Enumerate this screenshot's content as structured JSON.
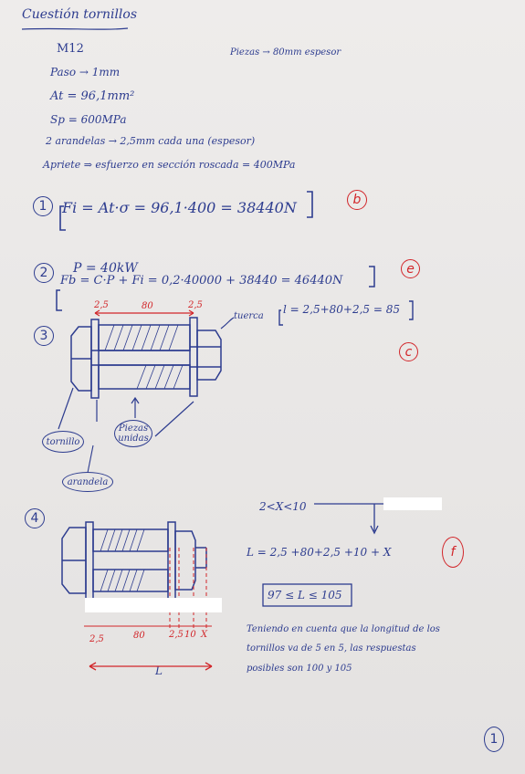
{
  "title": "Cuestión tornillos",
  "data": {
    "bolt": "M12",
    "pitch": "Paso → 1mm",
    "area": "At = 96,1mm²",
    "proof": "Sp = 600MPa",
    "washers": "2 arandelas → 2,5mm cada una (espesor)",
    "tightening": "Apriete ⇒ esfuerzo en sección roscada = 400MPa",
    "pieces": "Piezas → 80mm espesor"
  },
  "q1": {
    "num": "1",
    "eq": "Fi = At·σ = 96,1·400 = 38440N",
    "answer": "b"
  },
  "q2": {
    "num": "2",
    "p": "P = 40kW",
    "eq": "Fb = C·P + Fi = 0,2·40000 + 38440 = 46440N",
    "answer": "e"
  },
  "q3": {
    "num": "3",
    "answer": "c",
    "dims": {
      "left": "2,5",
      "mid": "80",
      "right": "2,5"
    },
    "nut_label": "tuerca",
    "grip": "l = 2,5+80+2,5 = 85",
    "labels": {
      "bolt": "tornillo",
      "pieces": "Piezas unidas",
      "washer": "arandela"
    }
  },
  "q4": {
    "num": "4",
    "answer": "f",
    "range": "2<X<10",
    "length": "L = 2,5 +80+2,5 +10 + X",
    "bound": "97 ≤ L ≤ 105",
    "dims": {
      "a": "2,5",
      "b": "80",
      "c": "2,5",
      "d": "10",
      "e": "X",
      "total": "L"
    },
    "conclusion_1": "Teniendo en cuenta que la longitud de los",
    "conclusion_2": "tornillos va de 5 en 5, las respuestas",
    "conclusion_3": "posibles son 100 y 105"
  },
  "page_number": "1",
  "colors": {
    "ink": "#2d3c8f",
    "red": "#d2262a",
    "paper": "#e9e7e6"
  }
}
